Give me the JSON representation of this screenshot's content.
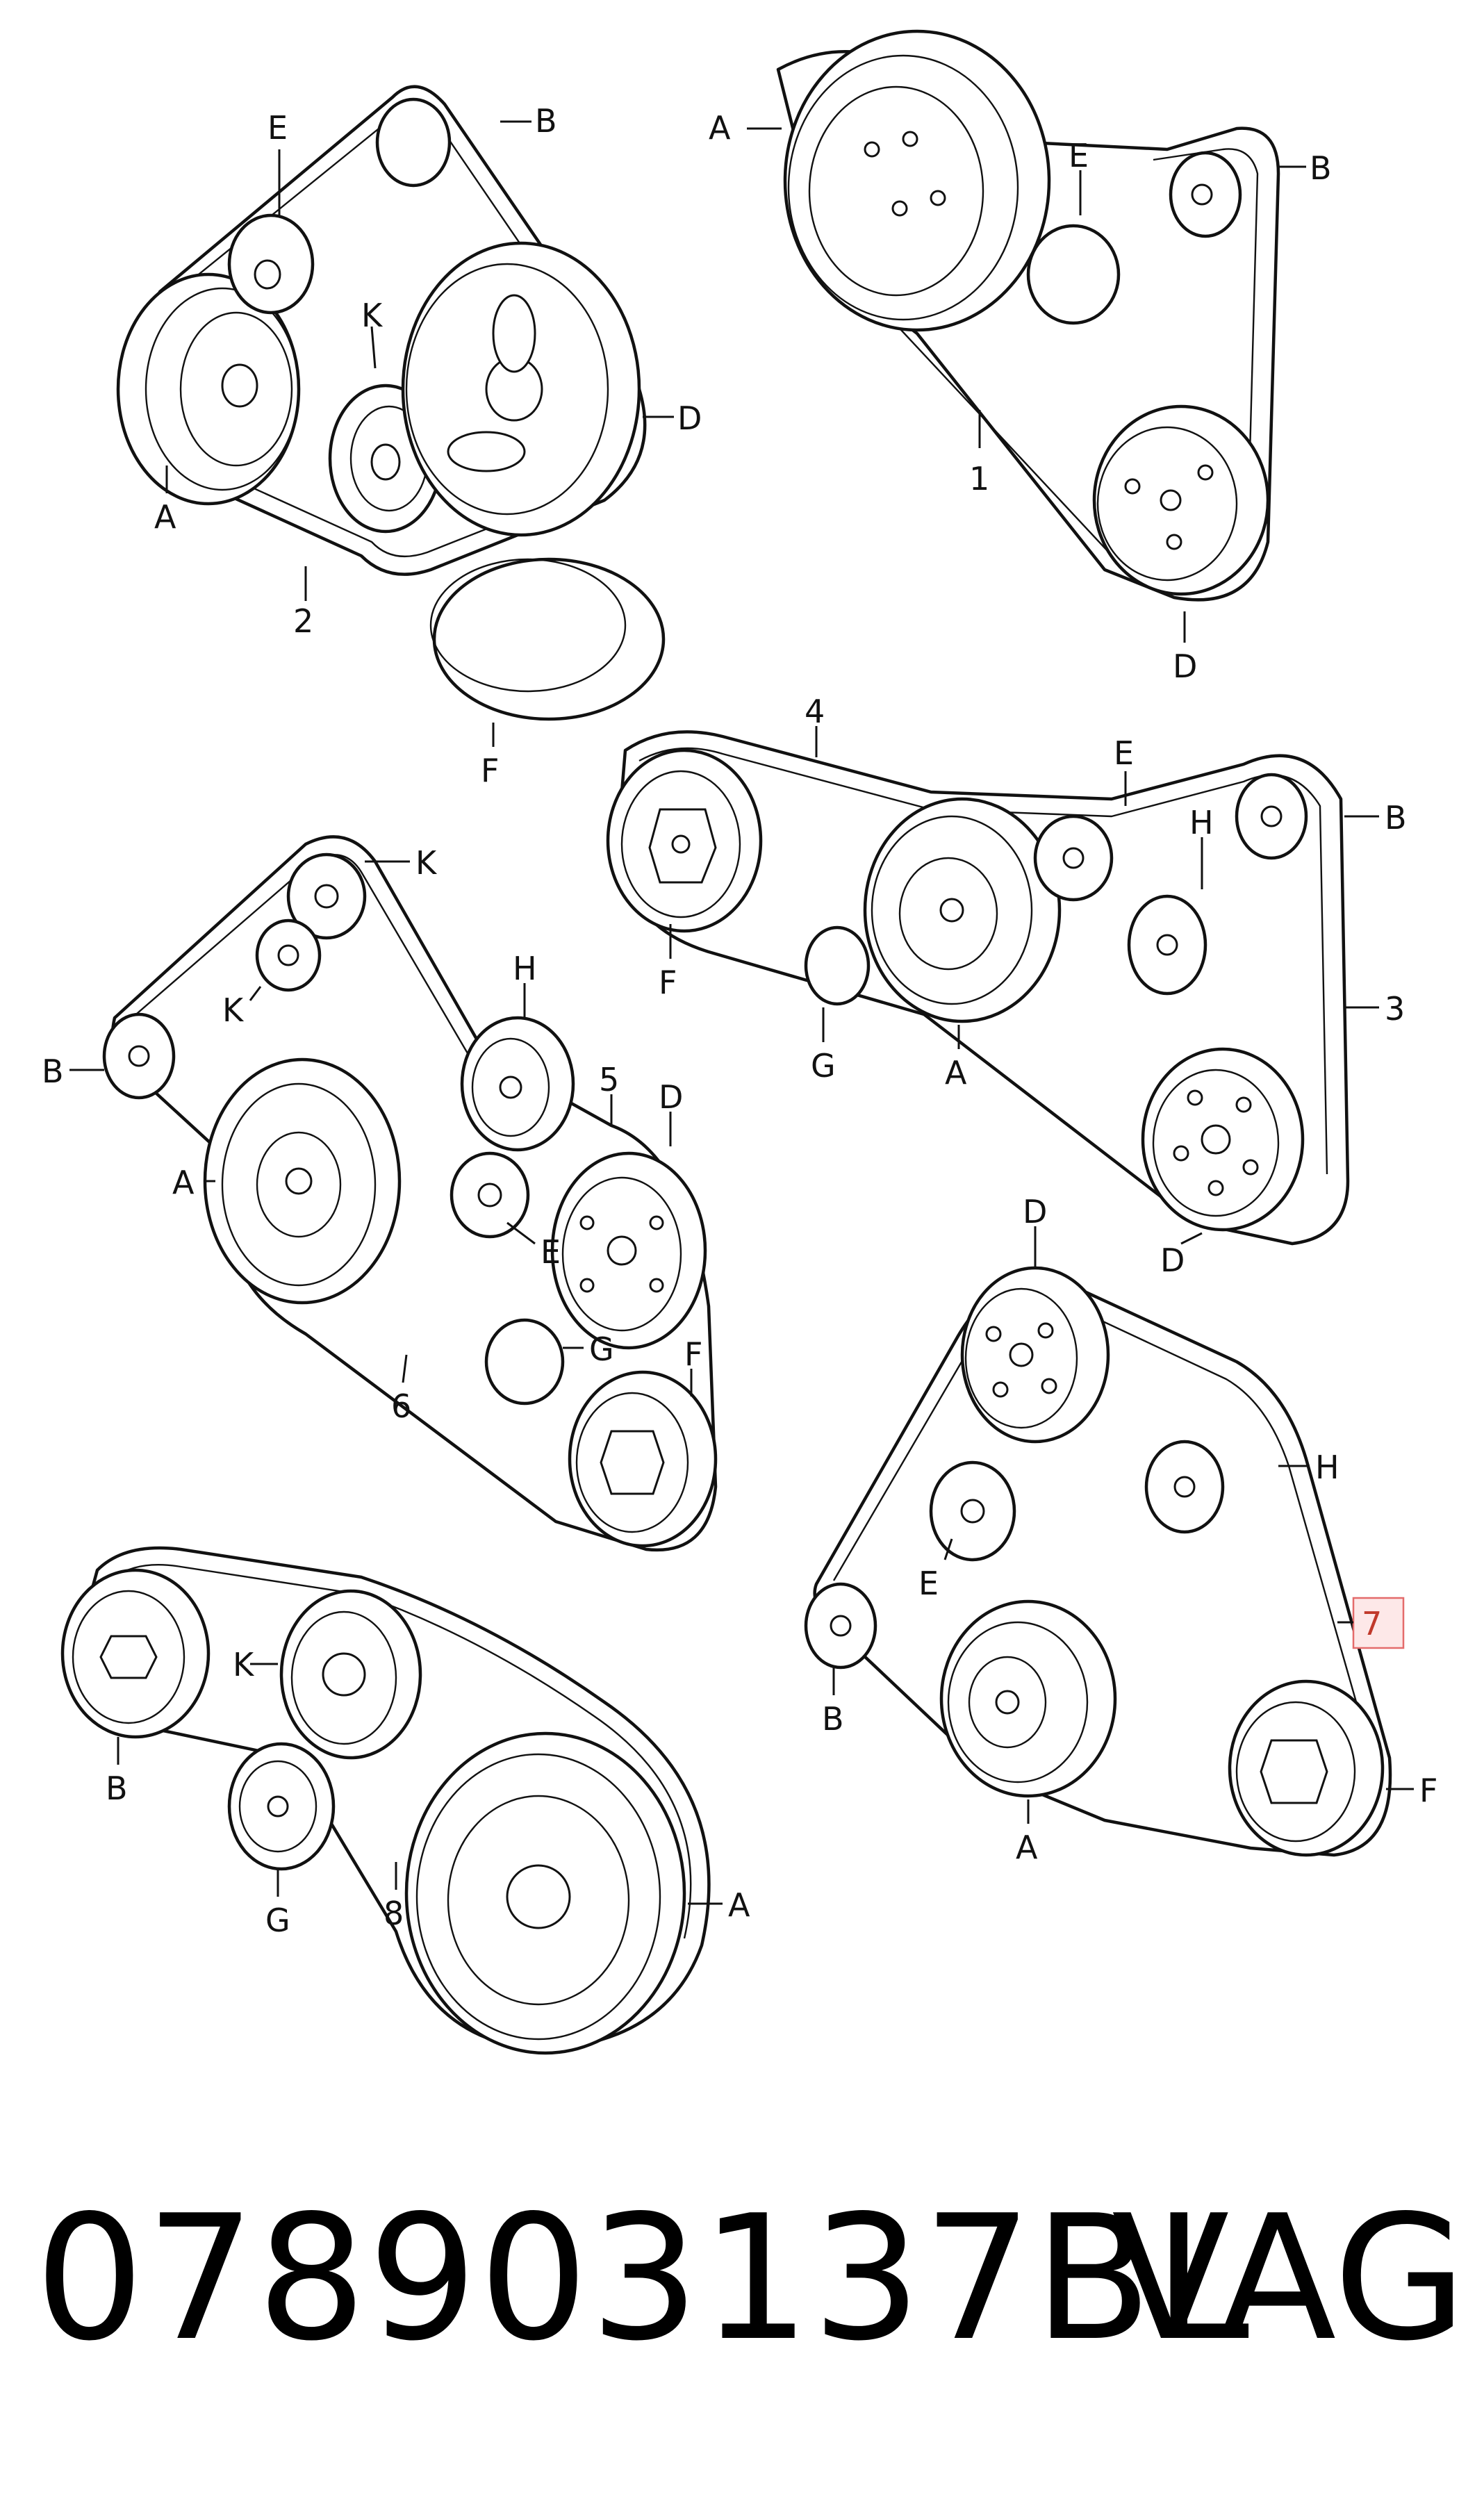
{
  "diagram": {
    "figure1": {
      "belt": "1",
      "A": "A",
      "B": "B",
      "D": "D",
      "E": "E"
    },
    "figure2": {
      "belt": "2",
      "A": "A",
      "B": "B",
      "D": "D",
      "E": "E",
      "F": "F",
      "K": "K"
    },
    "figure3": {
      "belt": "3",
      "belt_upper": "4",
      "A": "A",
      "B": "B",
      "D": "D",
      "E": "E",
      "F": "F",
      "G": "G",
      "H": "H"
    },
    "figure6": {
      "belt": "6",
      "belt_upper": "5",
      "A": "A",
      "B": "B",
      "D": "D",
      "E": "E",
      "F": "F",
      "G": "G",
      "H": "H",
      "K_upper": "K",
      "K_lower": "K"
    },
    "figure7": {
      "belt": "7",
      "A": "A",
      "B": "B",
      "D": "D",
      "E": "E",
      "F": "F",
      "H": "H"
    },
    "figure8": {
      "belt": "8",
      "A": "A",
      "B": "B",
      "G": "G",
      "K": "K"
    }
  },
  "caption": {
    "part_number": "078903137BL",
    "brand": "VAG"
  },
  "colors": {
    "line": "#111111",
    "highlight_fill": "#fde8e8",
    "highlight_border": "#e46b6b"
  }
}
